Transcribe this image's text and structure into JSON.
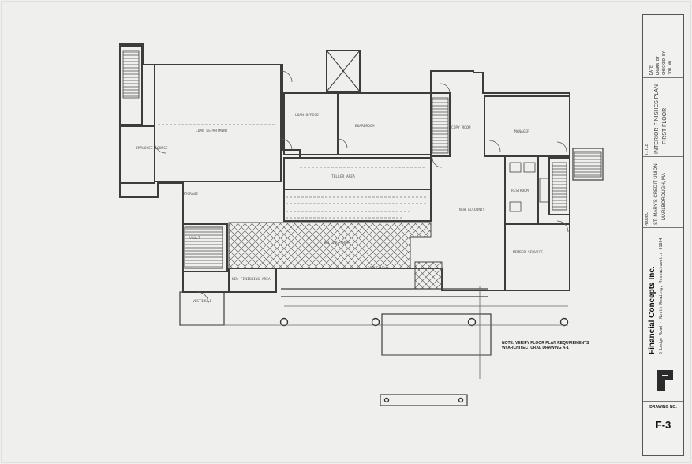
{
  "drawing": {
    "title": "INTERIOR FINISHES PLAN FIRST FLOOR",
    "title_lines": [
      "INTERIOR FINISHES PLAN",
      "FIRST FLOOR"
    ],
    "project_lines": [
      "ST. MARY'S CREDIT UNION",
      "MARLBOROUGH, MA"
    ],
    "note_lines": [
      "NOTE:  VERIFY FLOOR PLAN REQUIREMENTS",
      "W/ ARCHITECTURAL DRAWING A-1"
    ],
    "title_label": "TITLE",
    "project_label": "PROJECT",
    "drawing_no_label": "DRAWING NO.",
    "drawing_no": "F-3",
    "company_name": "Financial Concepts Inc.",
    "company_address": "6 Ledge Road · North Reading, Massachusetts 01864",
    "info_lines": [
      "DATE",
      "DRAWN BY",
      "CHECKED BY",
      "JOB NO."
    ],
    "rooms": [
      "LOAN DEPARTMENT",
      "BOARDROOM",
      "MANAGER",
      "TELLER AREA",
      "WAITING AREA",
      "NEW ACCOUNTS",
      "DRIVE-UP",
      "EMPLOYEE LOUNGE",
      "MEMBER SERVICE",
      "VAULT",
      "LOAN OFFICE",
      "COPY ROOM",
      "STORAGE",
      "RESTROOM",
      "NEW FINISHING AREA",
      "VESTIBULE"
    ]
  }
}
